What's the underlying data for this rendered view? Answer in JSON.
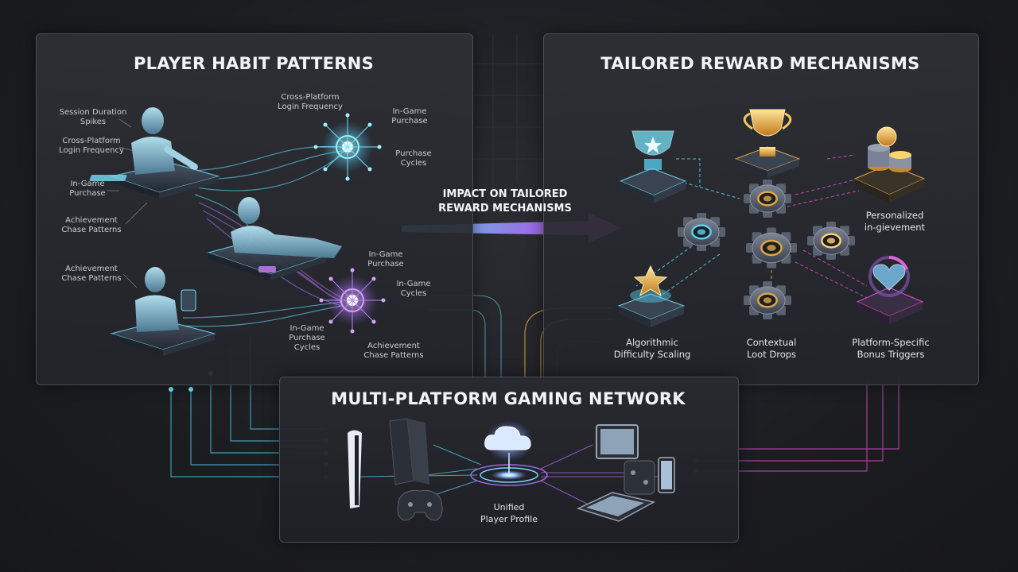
{
  "panels": {
    "left_title": "PLAYER HABIT PATTERNS",
    "right_title": "TAILORED REWARD MECHANISMS",
    "bottom_title": "MULTI-PLATFORM GAMING NETWORK"
  },
  "left_labels": {
    "session_spikes": "Session Duration\nSpikes",
    "login_freq_1": "Cross-Platform\nLogin Frequency",
    "purchase_1": "In-Game\nPurchase",
    "achievement_1": "Achievement\nChase Patterns",
    "achievement_2": "Achievement\nChase Patterns",
    "login_freq_2": "Cross-Platform\nLogin Frequency",
    "purchase_2": "In-Game\nPurchase",
    "purchase_cycles_1": "Purchase\nCycles",
    "purchase_3": "In-Game\nPurchase",
    "ingame_cycles": "In-Game\nCycles",
    "purchase_cycles_2": "In-Game\nPurchase\nCycles",
    "achievement_3": "Achievement\nChase Patterns"
  },
  "impact_note": "IMPACT ON TAILORED\nREWARD MECHANISMS",
  "right_labels": {
    "personalized": "Personalized\nin-gievement",
    "difficulty": "Algorithmic\nDifficulty Scaling",
    "loot": "Contextual\nLoot Drops",
    "bonus": "Platform-Specific\nBonus Triggers"
  },
  "bottom_labels": {
    "profile": "Unified\nPlayer Profile"
  },
  "colors": {
    "cyan": "#4fd6f5",
    "violet": "#b05cf0",
    "magenta": "#e24bd6",
    "gold": "#f0b23c",
    "panel_border": "#4a4d55"
  },
  "icons": [
    "player-figure-icon",
    "hub-node-icon",
    "trophy-icon",
    "coin-stack-icon",
    "star-icon",
    "heart-badge-icon",
    "gear-icon",
    "cloud-icon",
    "console-icon",
    "gamepad-icon",
    "tablet-icon",
    "phone-icon",
    "handheld-icon"
  ]
}
